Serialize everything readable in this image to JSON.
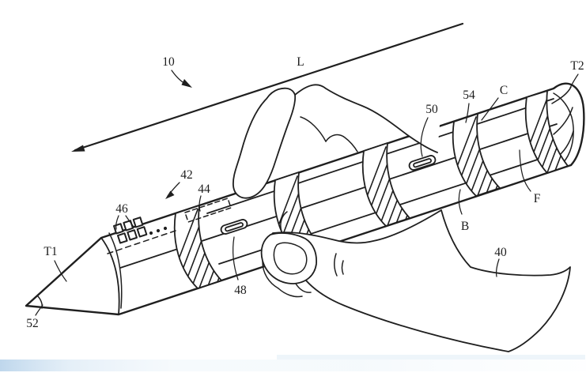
{
  "figure": {
    "type": "patent-line-drawing",
    "subject": "stylus held in a hand",
    "labels": {
      "l10": "10",
      "lL": "L",
      "lT1": "T1",
      "lT2": "T2",
      "lC": "C",
      "lF": "F",
      "lB": "B",
      "l40": "40",
      "l42": "42",
      "l44": "44",
      "l46": "46",
      "l48": "48",
      "l50": "50",
      "l52": "52",
      "l54": "54"
    },
    "colors": {
      "ink": "#1f1f1f",
      "background": "#ffffff",
      "scan_artifact_blue": "#8ab6dd"
    }
  }
}
